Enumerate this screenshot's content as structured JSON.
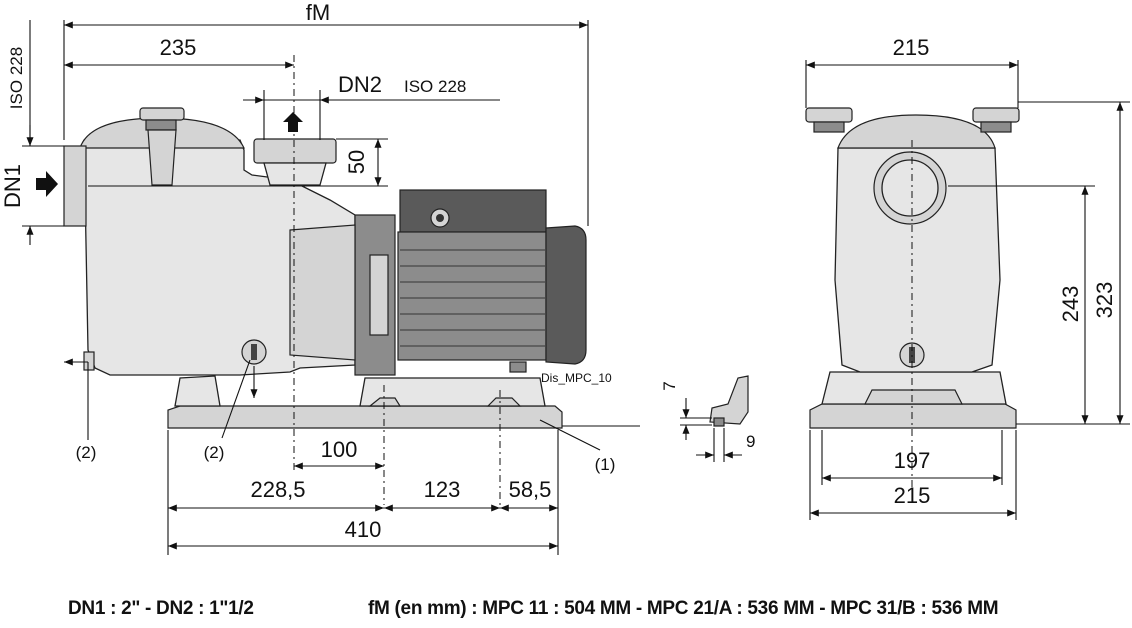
{
  "labels": {
    "fm": "fM",
    "w235": "235",
    "dn2": "DN2",
    "iso_top": "ISO 228",
    "iso_side": "ISO 228",
    "dn1": "DN1",
    "h50": "50",
    "w215_top": "215",
    "h243": "243",
    "h323": "323",
    "drawing_id": "Dis_MPC_10",
    "h7": "7",
    "w9": "9",
    "note_2_left": "(2)",
    "note_2_mid": "(2)",
    "note_1": "(1)",
    "w100": "100",
    "w228": "228,5",
    "w123": "123",
    "w58": "58,5",
    "w410": "410",
    "w197": "197",
    "w215_bottom": "215"
  },
  "captions": {
    "connections": "DN1 : 2\" - DN2 : 1\"1/2",
    "fm_values": "fM (en mm) :  MPC 11 : 504 MM - MPC 21/A : 536 MM - MPC 31/B : 536 MM"
  }
}
